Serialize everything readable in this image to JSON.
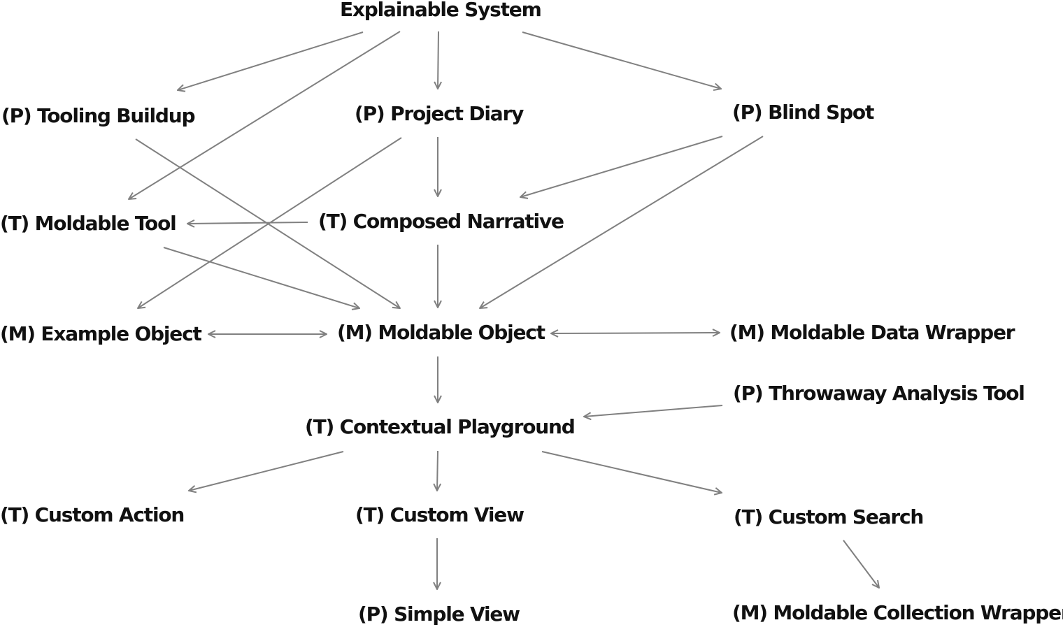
{
  "diagram": {
    "nodes": [
      {
        "id": "explainable-system",
        "label": "Explainable System"
      },
      {
        "id": "tooling-buildup",
        "label": "(P) Tooling Buildup"
      },
      {
        "id": "project-diary",
        "label": "(P) Project Diary"
      },
      {
        "id": "blind-spot",
        "label": "(P) Blind Spot"
      },
      {
        "id": "moldable-tool",
        "label": "(T) Moldable Tool"
      },
      {
        "id": "composed-narrative",
        "label": "(T) Composed Narrative"
      },
      {
        "id": "example-object",
        "label": "(M) Example Object"
      },
      {
        "id": "moldable-object",
        "label": "(M) Moldable Object"
      },
      {
        "id": "moldable-data-wrapper",
        "label": "(M) Moldable Data Wrapper"
      },
      {
        "id": "throwaway-analysis-tool",
        "label": "(P) Throwaway Analysis Tool"
      },
      {
        "id": "contextual-playground",
        "label": "(T) Contextual Playground"
      },
      {
        "id": "custom-action",
        "label": "(T) Custom Action"
      },
      {
        "id": "custom-view",
        "label": "(T) Custom View"
      },
      {
        "id": "custom-search",
        "label": "(T) Custom Search"
      },
      {
        "id": "simple-view",
        "label": "(P) Simple View"
      },
      {
        "id": "moldable-collection-wrapper",
        "label": "(M) Moldable Collection Wrapper"
      }
    ],
    "edges": [
      {
        "from": "explainable-system",
        "to": "tooling-buildup"
      },
      {
        "from": "explainable-system",
        "to": "moldable-tool"
      },
      {
        "from": "explainable-system",
        "to": "project-diary"
      },
      {
        "from": "explainable-system",
        "to": "blind-spot"
      },
      {
        "from": "tooling-buildup",
        "to": "moldable-object"
      },
      {
        "from": "project-diary",
        "to": "example-object"
      },
      {
        "from": "project-diary",
        "to": "composed-narrative"
      },
      {
        "from": "blind-spot",
        "to": "composed-narrative"
      },
      {
        "from": "blind-spot",
        "to": "moldable-object"
      },
      {
        "from": "composed-narrative",
        "to": "moldable-tool"
      },
      {
        "from": "moldable-tool",
        "to": "moldable-object"
      },
      {
        "from": "composed-narrative",
        "to": "moldable-object"
      },
      {
        "from": "example-object",
        "to": "moldable-object",
        "bidirectional": true
      },
      {
        "from": "moldable-object",
        "to": "moldable-data-wrapper",
        "bidirectional": true
      },
      {
        "from": "moldable-object",
        "to": "contextual-playground"
      },
      {
        "from": "throwaway-analysis-tool",
        "to": "contextual-playground"
      },
      {
        "from": "contextual-playground",
        "to": "custom-action"
      },
      {
        "from": "contextual-playground",
        "to": "custom-view"
      },
      {
        "from": "contextual-playground",
        "to": "custom-search"
      },
      {
        "from": "custom-view",
        "to": "simple-view"
      },
      {
        "from": "custom-search",
        "to": "moldable-collection-wrapper"
      }
    ]
  }
}
